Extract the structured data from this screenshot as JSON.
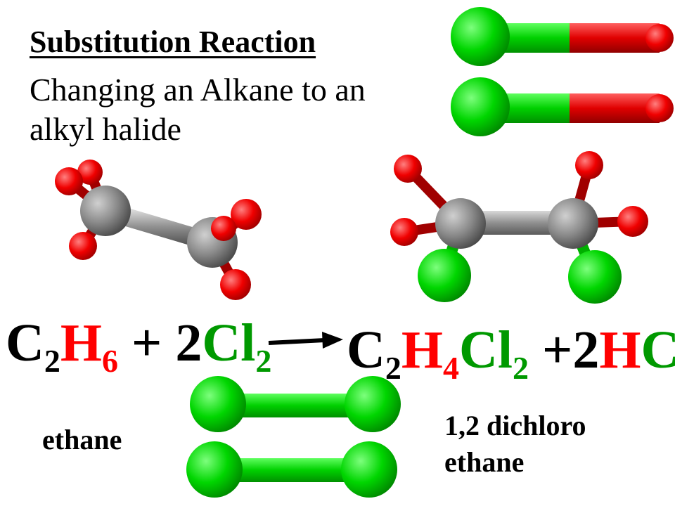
{
  "slide": {
    "title": "Substitution Reaction",
    "subtitle_lines": [
      "Changing an Alkane to an",
      "alkyl halide"
    ],
    "equation": {
      "reactants": [
        {
          "text": "C",
          "color": "#000000",
          "sub": false
        },
        {
          "text": "2",
          "color": "#000000",
          "sub": true
        },
        {
          "text": "H",
          "color": "#ff0000",
          "sub": false
        },
        {
          "text": "6",
          "color": "#ff0000",
          "sub": true
        },
        {
          "text": " + 2",
          "color": "#000000",
          "sub": false
        },
        {
          "text": "Cl",
          "color": "#009900",
          "sub": false
        },
        {
          "text": "2",
          "color": "#009900",
          "sub": true
        }
      ],
      "products": [
        {
          "text": "C",
          "color": "#000000",
          "sub": false
        },
        {
          "text": "2",
          "color": "#000000",
          "sub": true
        },
        {
          "text": "H",
          "color": "#ff0000",
          "sub": false
        },
        {
          "text": "4",
          "color": "#ff0000",
          "sub": true
        },
        {
          "text": "Cl",
          "color": "#009900",
          "sub": false
        },
        {
          "text": "2",
          "color": "#009900",
          "sub": true
        },
        {
          "text": " +2",
          "color": "#000000",
          "sub": false
        },
        {
          "text": "H",
          "color": "#ff0000",
          "sub": false
        },
        {
          "text": "Cl",
          "color": "#009900",
          "sub": false
        }
      ]
    },
    "label_reactant": "ethane",
    "label_product_lines": [
      "1,2 dichloro",
      "ethane"
    ]
  },
  "colors": {
    "hydrogen": "#ff0000",
    "chlorine": "#00cc00",
    "carbon": "#808080",
    "text": "#000000"
  }
}
